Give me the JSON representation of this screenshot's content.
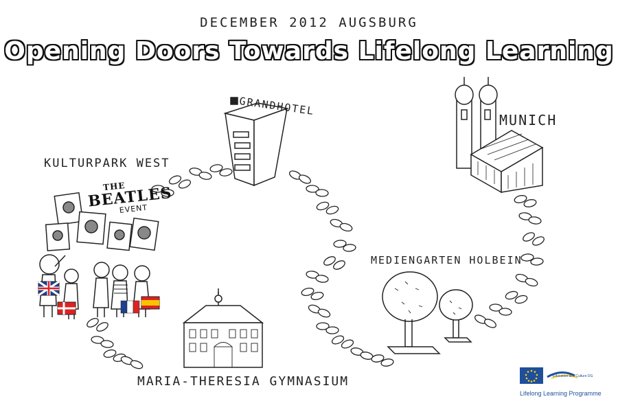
{
  "header": {
    "date": "DECEMBER 2012 AUGSBURG",
    "title": "Opening Doors Towards Lifelong Learning"
  },
  "locations": {
    "kulturpark": "KULTURPARK WEST",
    "grandhotel": "GRANDHOTEL",
    "munich": "MUNICH",
    "mediengarten": "MEDIENGARTEN HOLBEIN",
    "maria_theresia": "MARIA-THERESIA GYMNASIUM"
  },
  "beatles": {
    "the": "THE",
    "name": "BEATLES",
    "event": "EVENT"
  },
  "footer": {
    "programme": "Lifelong Learning Programme",
    "dg": "Education and Culture DG"
  },
  "colors": {
    "ink": "#222222",
    "eu_blue": "#1f4f9b",
    "eu_star": "#f7d117"
  }
}
